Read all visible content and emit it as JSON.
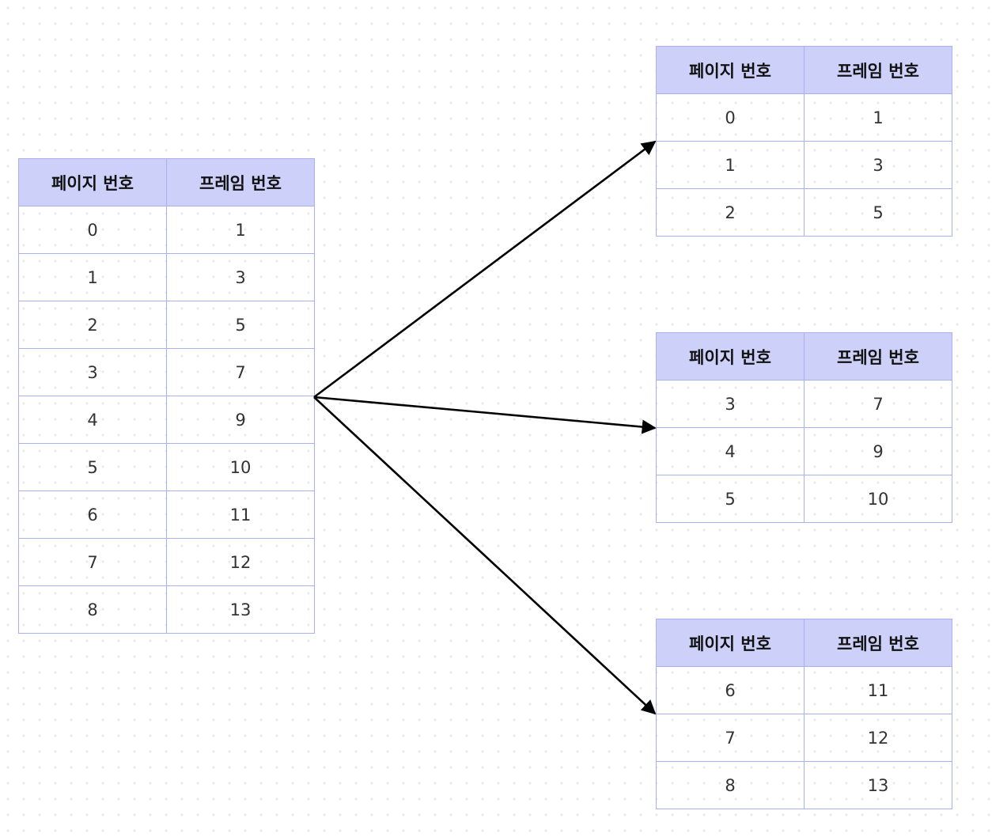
{
  "column_headers": [
    "페이지 번호",
    "프레임 번호"
  ],
  "main_table": {
    "rows": [
      [
        "0",
        "1"
      ],
      [
        "1",
        "3"
      ],
      [
        "2",
        "5"
      ],
      [
        "3",
        "7"
      ],
      [
        "4",
        "9"
      ],
      [
        "5",
        "10"
      ],
      [
        "6",
        "11"
      ],
      [
        "7",
        "12"
      ],
      [
        "8",
        "13"
      ]
    ]
  },
  "split_tables": [
    {
      "rows": [
        [
          "0",
          "1"
        ],
        [
          "1",
          "3"
        ],
        [
          "2",
          "5"
        ]
      ]
    },
    {
      "rows": [
        [
          "3",
          "7"
        ],
        [
          "4",
          "9"
        ],
        [
          "5",
          "10"
        ]
      ]
    },
    {
      "rows": [
        [
          "6",
          "11"
        ],
        [
          "7",
          "12"
        ],
        [
          "8",
          "13"
        ]
      ]
    }
  ],
  "colors": {
    "header_fill": "#cdd1f9",
    "border": "#a9b0f2",
    "arrow": "#000000"
  }
}
